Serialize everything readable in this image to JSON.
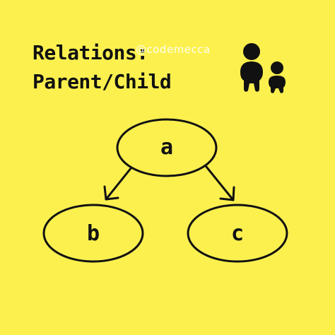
{
  "title": {
    "line1": "Relations:",
    "line2": "Parent/Child"
  },
  "watermark": "@codemecca",
  "icon": "parent-child-icon",
  "diagram": {
    "nodes": [
      {
        "id": "a",
        "label": "a",
        "role": "parent"
      },
      {
        "id": "b",
        "label": "b",
        "role": "child"
      },
      {
        "id": "c",
        "label": "c",
        "role": "child"
      }
    ],
    "edges": [
      {
        "from": "a",
        "to": "b"
      },
      {
        "from": "a",
        "to": "c"
      }
    ]
  },
  "colors": {
    "background": "#fcf04f",
    "ink": "#111111",
    "watermark": "#ffffff"
  }
}
